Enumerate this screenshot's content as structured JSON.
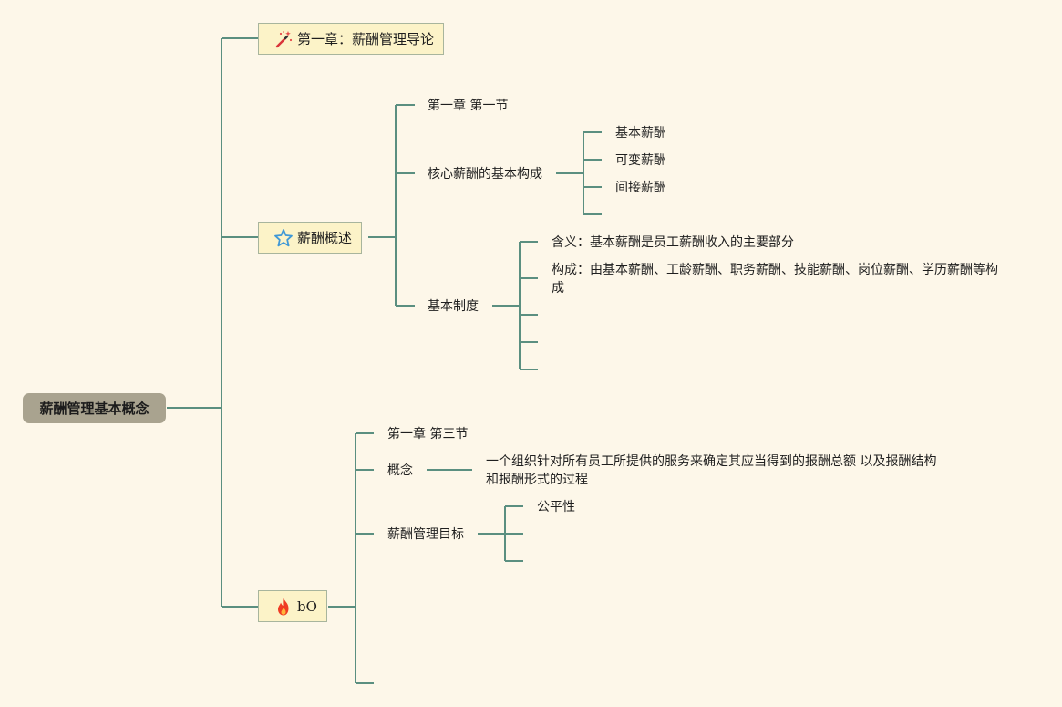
{
  "root": {
    "label": "薪酬管理基本概念"
  },
  "ch1": {
    "label": "第一章：薪酬管理导论",
    "icon": "magic-wand-icon"
  },
  "gaishu": {
    "label": "薪酬概述",
    "icon": "star-icon",
    "section1": "第一章 第一节",
    "core": {
      "label": "核心薪酬的基本构成",
      "items": [
        "基本薪酬",
        "可变薪酬",
        "间接薪酬"
      ]
    },
    "basic": {
      "label": "基本制度",
      "meaning": "含义：基本薪酬是员工薪酬收入的主要部分",
      "composition": "构成：由基本薪酬、工龄薪酬、职务薪酬、技能薪酬、岗位薪酬、学历薪酬等构成"
    }
  },
  "bo": {
    "label": "bO",
    "icon": "fire-icon",
    "section3": "第一章 第三节",
    "concept": {
      "label": "概念",
      "text": "一个组织针对所有员工所提供的服务来确定其应当得到的报酬总额 以及报酬结构和报酬形式的过程"
    },
    "goal": {
      "label": "薪酬管理目标",
      "items": [
        "公平性"
      ]
    }
  },
  "colors": {
    "line": "#5b8f80",
    "root_bg": "#a9a38f",
    "box_bg": "#fcf3c8",
    "page_bg": "#fdf7e9"
  }
}
